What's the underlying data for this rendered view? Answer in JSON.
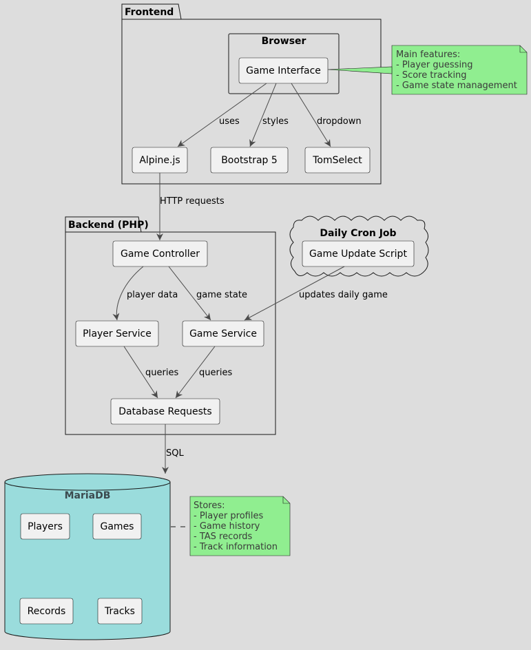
{
  "colors": {
    "background": "#dddddd",
    "node_fill": "#f1f1f1",
    "stroke": "#181818",
    "edge": "#4a4a4a",
    "note_fill": "#90ee90",
    "database_fill": "#9adcdc"
  },
  "packages": {
    "frontend": "Frontend",
    "backend": "Backend (PHP)"
  },
  "groups": {
    "browser": "Browser",
    "cron": "Daily Cron Job",
    "database": "MariaDB"
  },
  "nodes": {
    "game_interface": "Game Interface",
    "alpine": "Alpine.js",
    "bootstrap": "Bootstrap 5",
    "tomselect": "TomSelect",
    "game_controller": "Game Controller",
    "player_service": "Player Service",
    "game_service": "Game Service",
    "database_requests": "Database Requests",
    "game_update_script": "Game Update Script",
    "players": "Players",
    "games": "Games",
    "records": "Records",
    "tracks": "Tracks"
  },
  "edges": {
    "uses": "uses",
    "styles": "styles",
    "dropdown": "dropdown",
    "http_requests": "HTTP requests",
    "player_data": "player data",
    "game_state": "game state",
    "queries_player": "queries",
    "queries_game": "queries",
    "updates_daily_game": "updates daily game",
    "sql": "SQL"
  },
  "notes": {
    "features": [
      "Main features:",
      "- Player guessing",
      "- Score tracking",
      "- Game state management"
    ],
    "stores": [
      "Stores:",
      "- Player profiles",
      "- Game history",
      "- TAS records",
      "- Track information"
    ]
  }
}
